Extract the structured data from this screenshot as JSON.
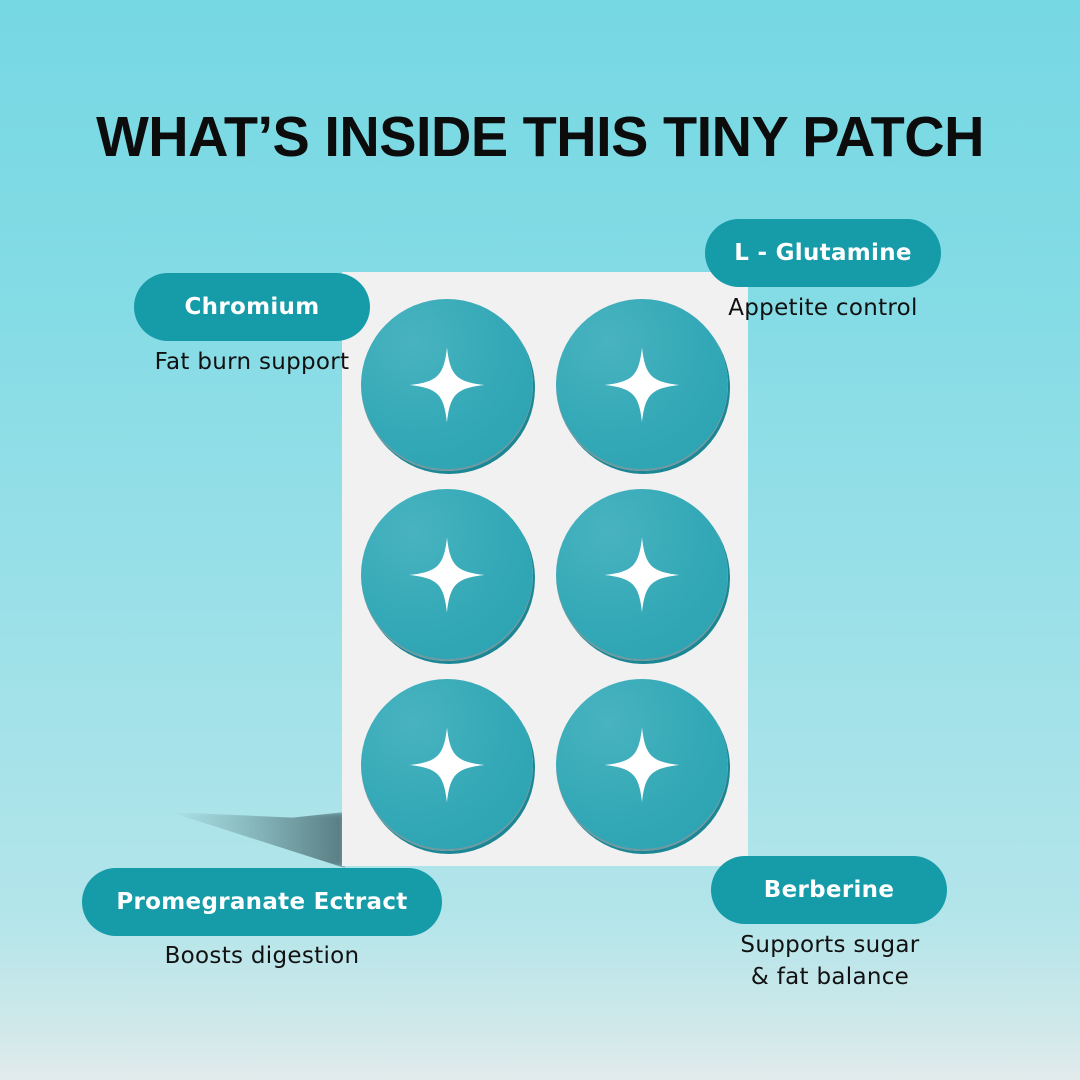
{
  "title": "WHAT’S INSIDE THIS TINY PATCH",
  "colors": {
    "background_top": "#76d8e3",
    "background_bottom": "#e2ebec",
    "pill": "#169ba8",
    "pill_text": "#ffffff",
    "patch_backing": "#f1f1f1",
    "dot": "#33a8b6",
    "star": "#ffffff",
    "text": "#111111"
  },
  "patch": {
    "rows": 3,
    "columns": 2,
    "dot_icon": "four-point-sparkle-icon"
  },
  "ingredients": [
    {
      "name": "Chromium",
      "benefit": "Fat burn support"
    },
    {
      "name": "L - Glutamine",
      "benefit": "Appetite control"
    },
    {
      "name": "Promegranate Ectract",
      "benefit": "Boosts digestion"
    },
    {
      "name": "Berberine",
      "benefit_line1": "Supports sugar",
      "benefit_line2": "& fat balance"
    }
  ]
}
